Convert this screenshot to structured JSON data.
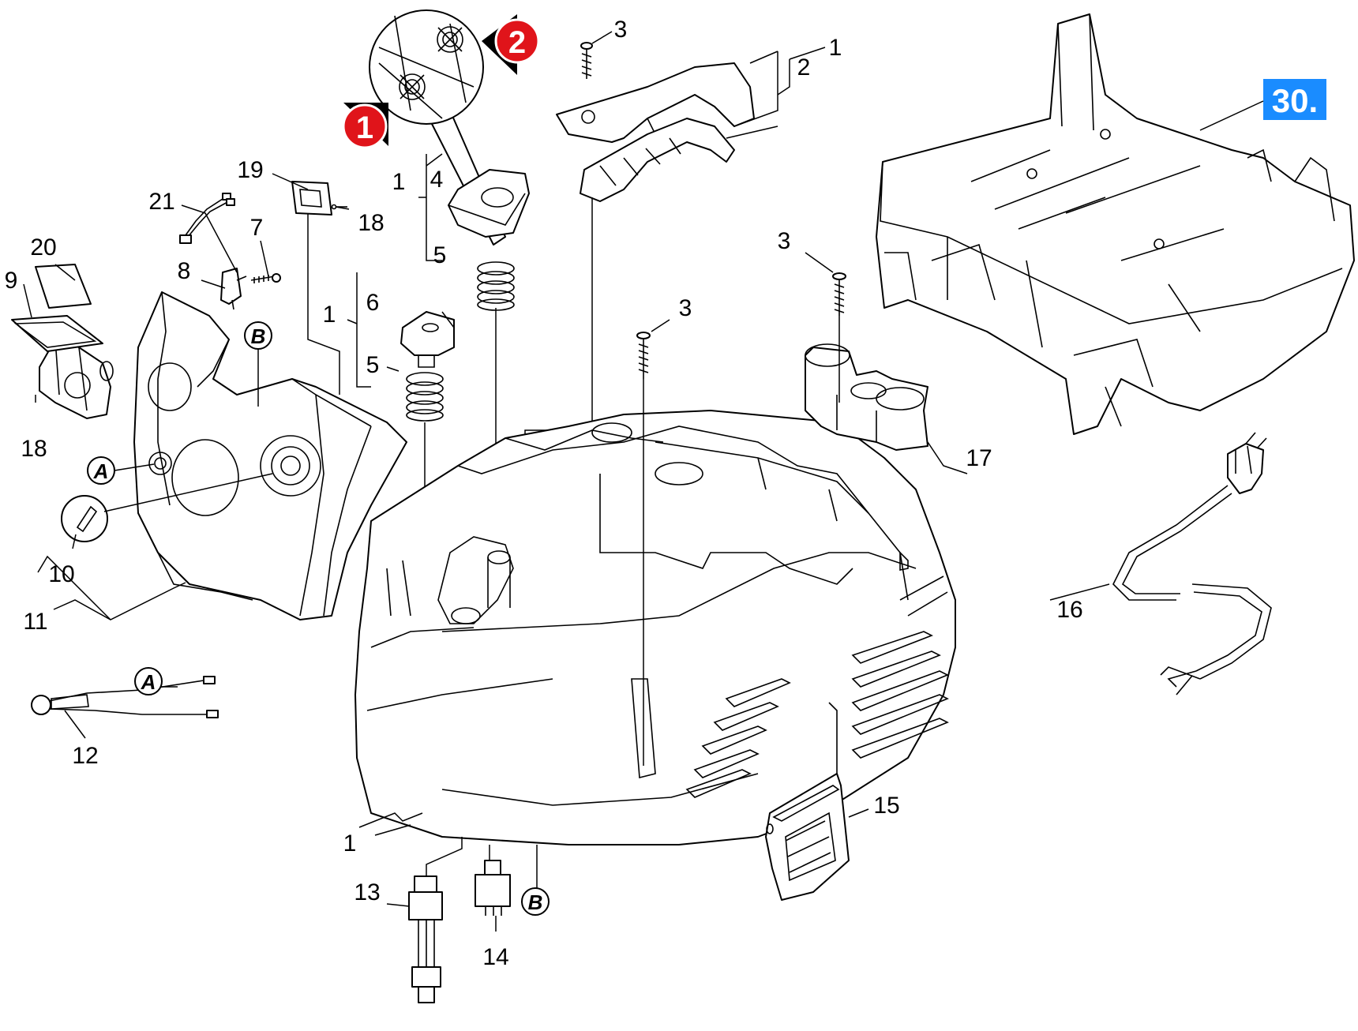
{
  "page_number": "30.",
  "colors": {
    "page_badge": "#1a8cff",
    "marker_badge": "#e0141a",
    "line": "#000000"
  },
  "markers": [
    {
      "label": "1"
    },
    {
      "label": "2"
    }
  ],
  "callouts": [
    {
      "id": "c-1a",
      "text": "1"
    },
    {
      "id": "c-2",
      "text": "2"
    },
    {
      "id": "c-3a",
      "text": "3"
    },
    {
      "id": "c-3b",
      "text": "3"
    },
    {
      "id": "c-3c",
      "text": "3"
    },
    {
      "id": "c-19",
      "text": "19"
    },
    {
      "id": "c-18a",
      "text": "18"
    },
    {
      "id": "c-21",
      "text": "21"
    },
    {
      "id": "c-7",
      "text": "7"
    },
    {
      "id": "c-20",
      "text": "20"
    },
    {
      "id": "c-8",
      "text": "8"
    },
    {
      "id": "c-9",
      "text": "9"
    },
    {
      "id": "c-1b",
      "text": "1"
    },
    {
      "id": "c-4",
      "text": "4"
    },
    {
      "id": "c-5a",
      "text": "5"
    },
    {
      "id": "c-1c",
      "text": "1"
    },
    {
      "id": "c-6",
      "text": "6"
    },
    {
      "id": "c-5b",
      "text": "5"
    },
    {
      "id": "c-18b",
      "text": "18"
    },
    {
      "id": "c-10",
      "text": "10"
    },
    {
      "id": "c-11",
      "text": "11"
    },
    {
      "id": "c-12",
      "text": "12"
    },
    {
      "id": "c-17",
      "text": "17"
    },
    {
      "id": "c-16",
      "text": "16"
    },
    {
      "id": "c-15",
      "text": "15"
    },
    {
      "id": "c-1d",
      "text": "1"
    },
    {
      "id": "c-13",
      "text": "13"
    },
    {
      "id": "c-14",
      "text": "14"
    }
  ],
  "connector_letters": {
    "A": "A",
    "B": "B"
  }
}
